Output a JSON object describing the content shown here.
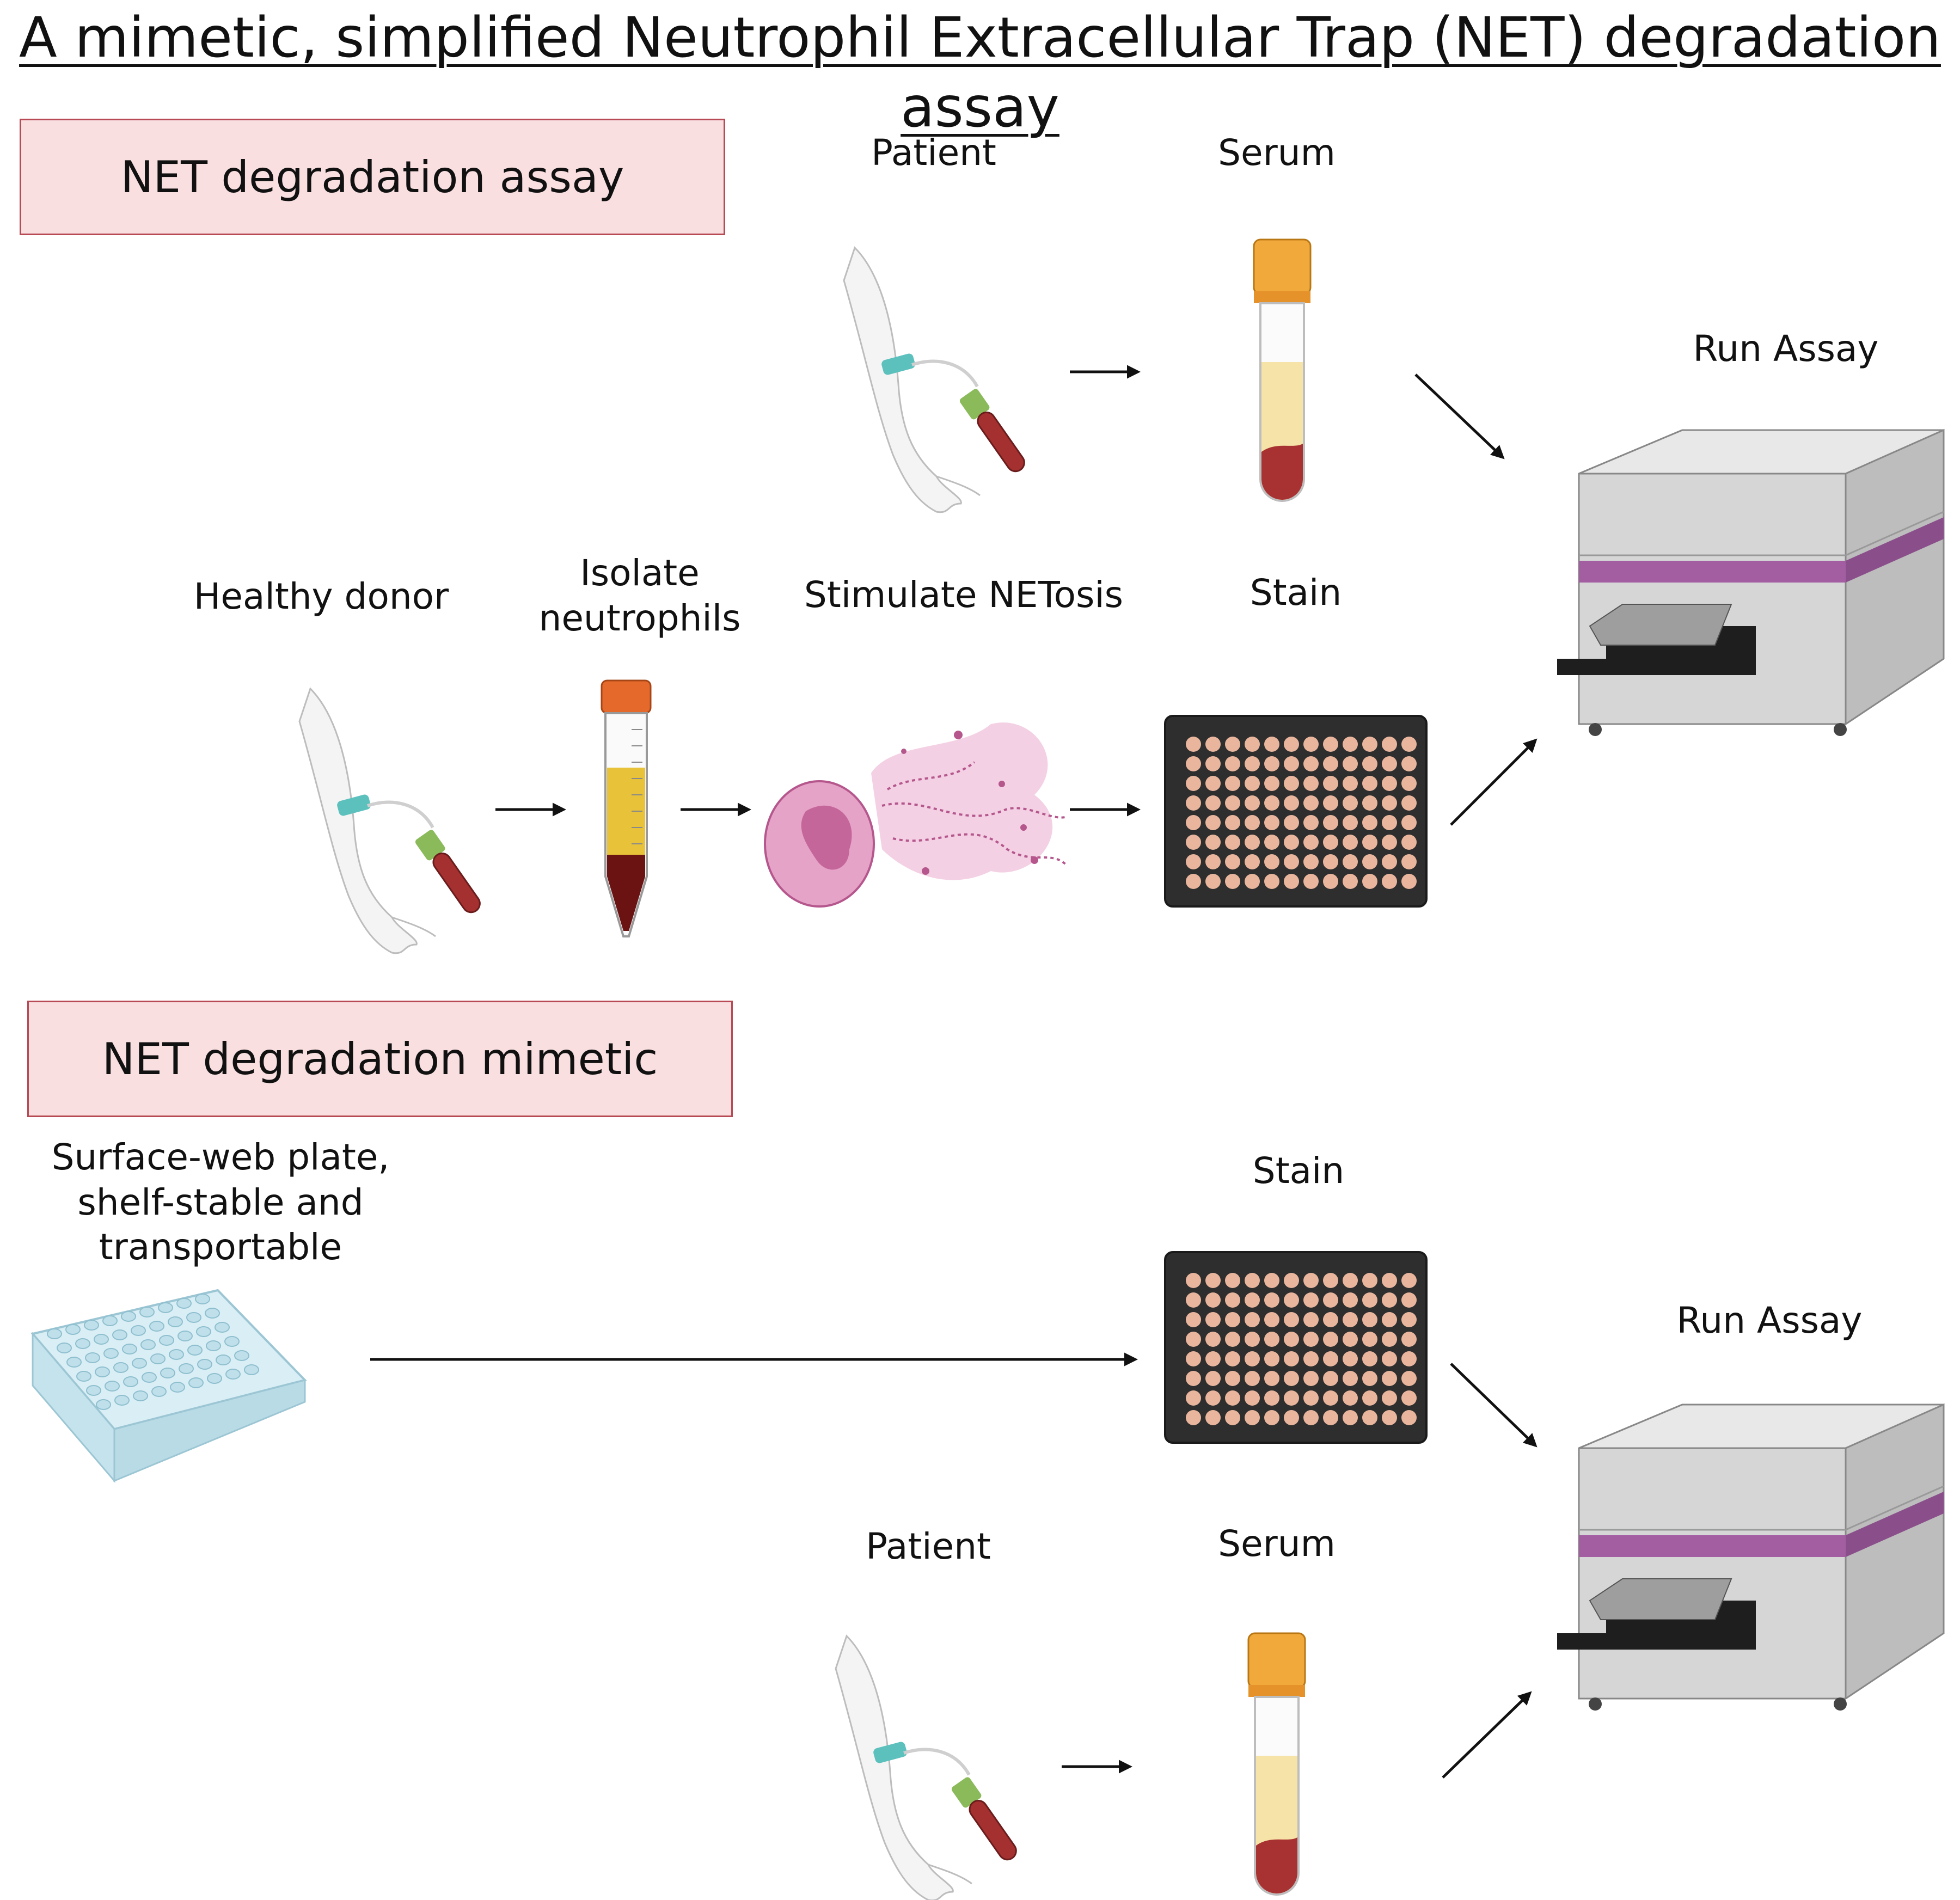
{
  "title": "A mimetic, simplified Neutrophil Extracellular Trap (NET) degradation assay",
  "sections": {
    "assay": {
      "header": "NET degradation assay",
      "patient": "Patient",
      "serum": "Serum",
      "run_assay": "Run Assay",
      "healthy_donor": "Healthy donor",
      "isolate_neutrophils": "Isolate neutrophils",
      "stimulate": "Stimulate NETosis",
      "stain": "Stain"
    },
    "mimetic": {
      "header": "NET degradation mimetic",
      "plate_label": "Surface-web plate, shelf-stable and transportable",
      "stain": "Stain",
      "run_assay": "Run Assay",
      "patient": "Patient",
      "serum": "Serum"
    }
  },
  "colors": {
    "header_fill": "#f9dfe0",
    "header_border": "#b74a54",
    "plate_dark": "#2e2e2e",
    "well_fill": "#e9b59d",
    "reader_band": "#a35ea2",
    "tube_cap": "#f0a63a",
    "serum": "#f6e3a8",
    "blood": "#a83232",
    "net_pink": "#d97fb0"
  },
  "icons": [
    "arm-blood-draw-icon",
    "blood-tube-icon",
    "falcon-tube-icon",
    "neutrophil-net-icon",
    "well-plate-icon",
    "plate-reader-icon",
    "clear-plate-icon",
    "arrow-icon"
  ]
}
